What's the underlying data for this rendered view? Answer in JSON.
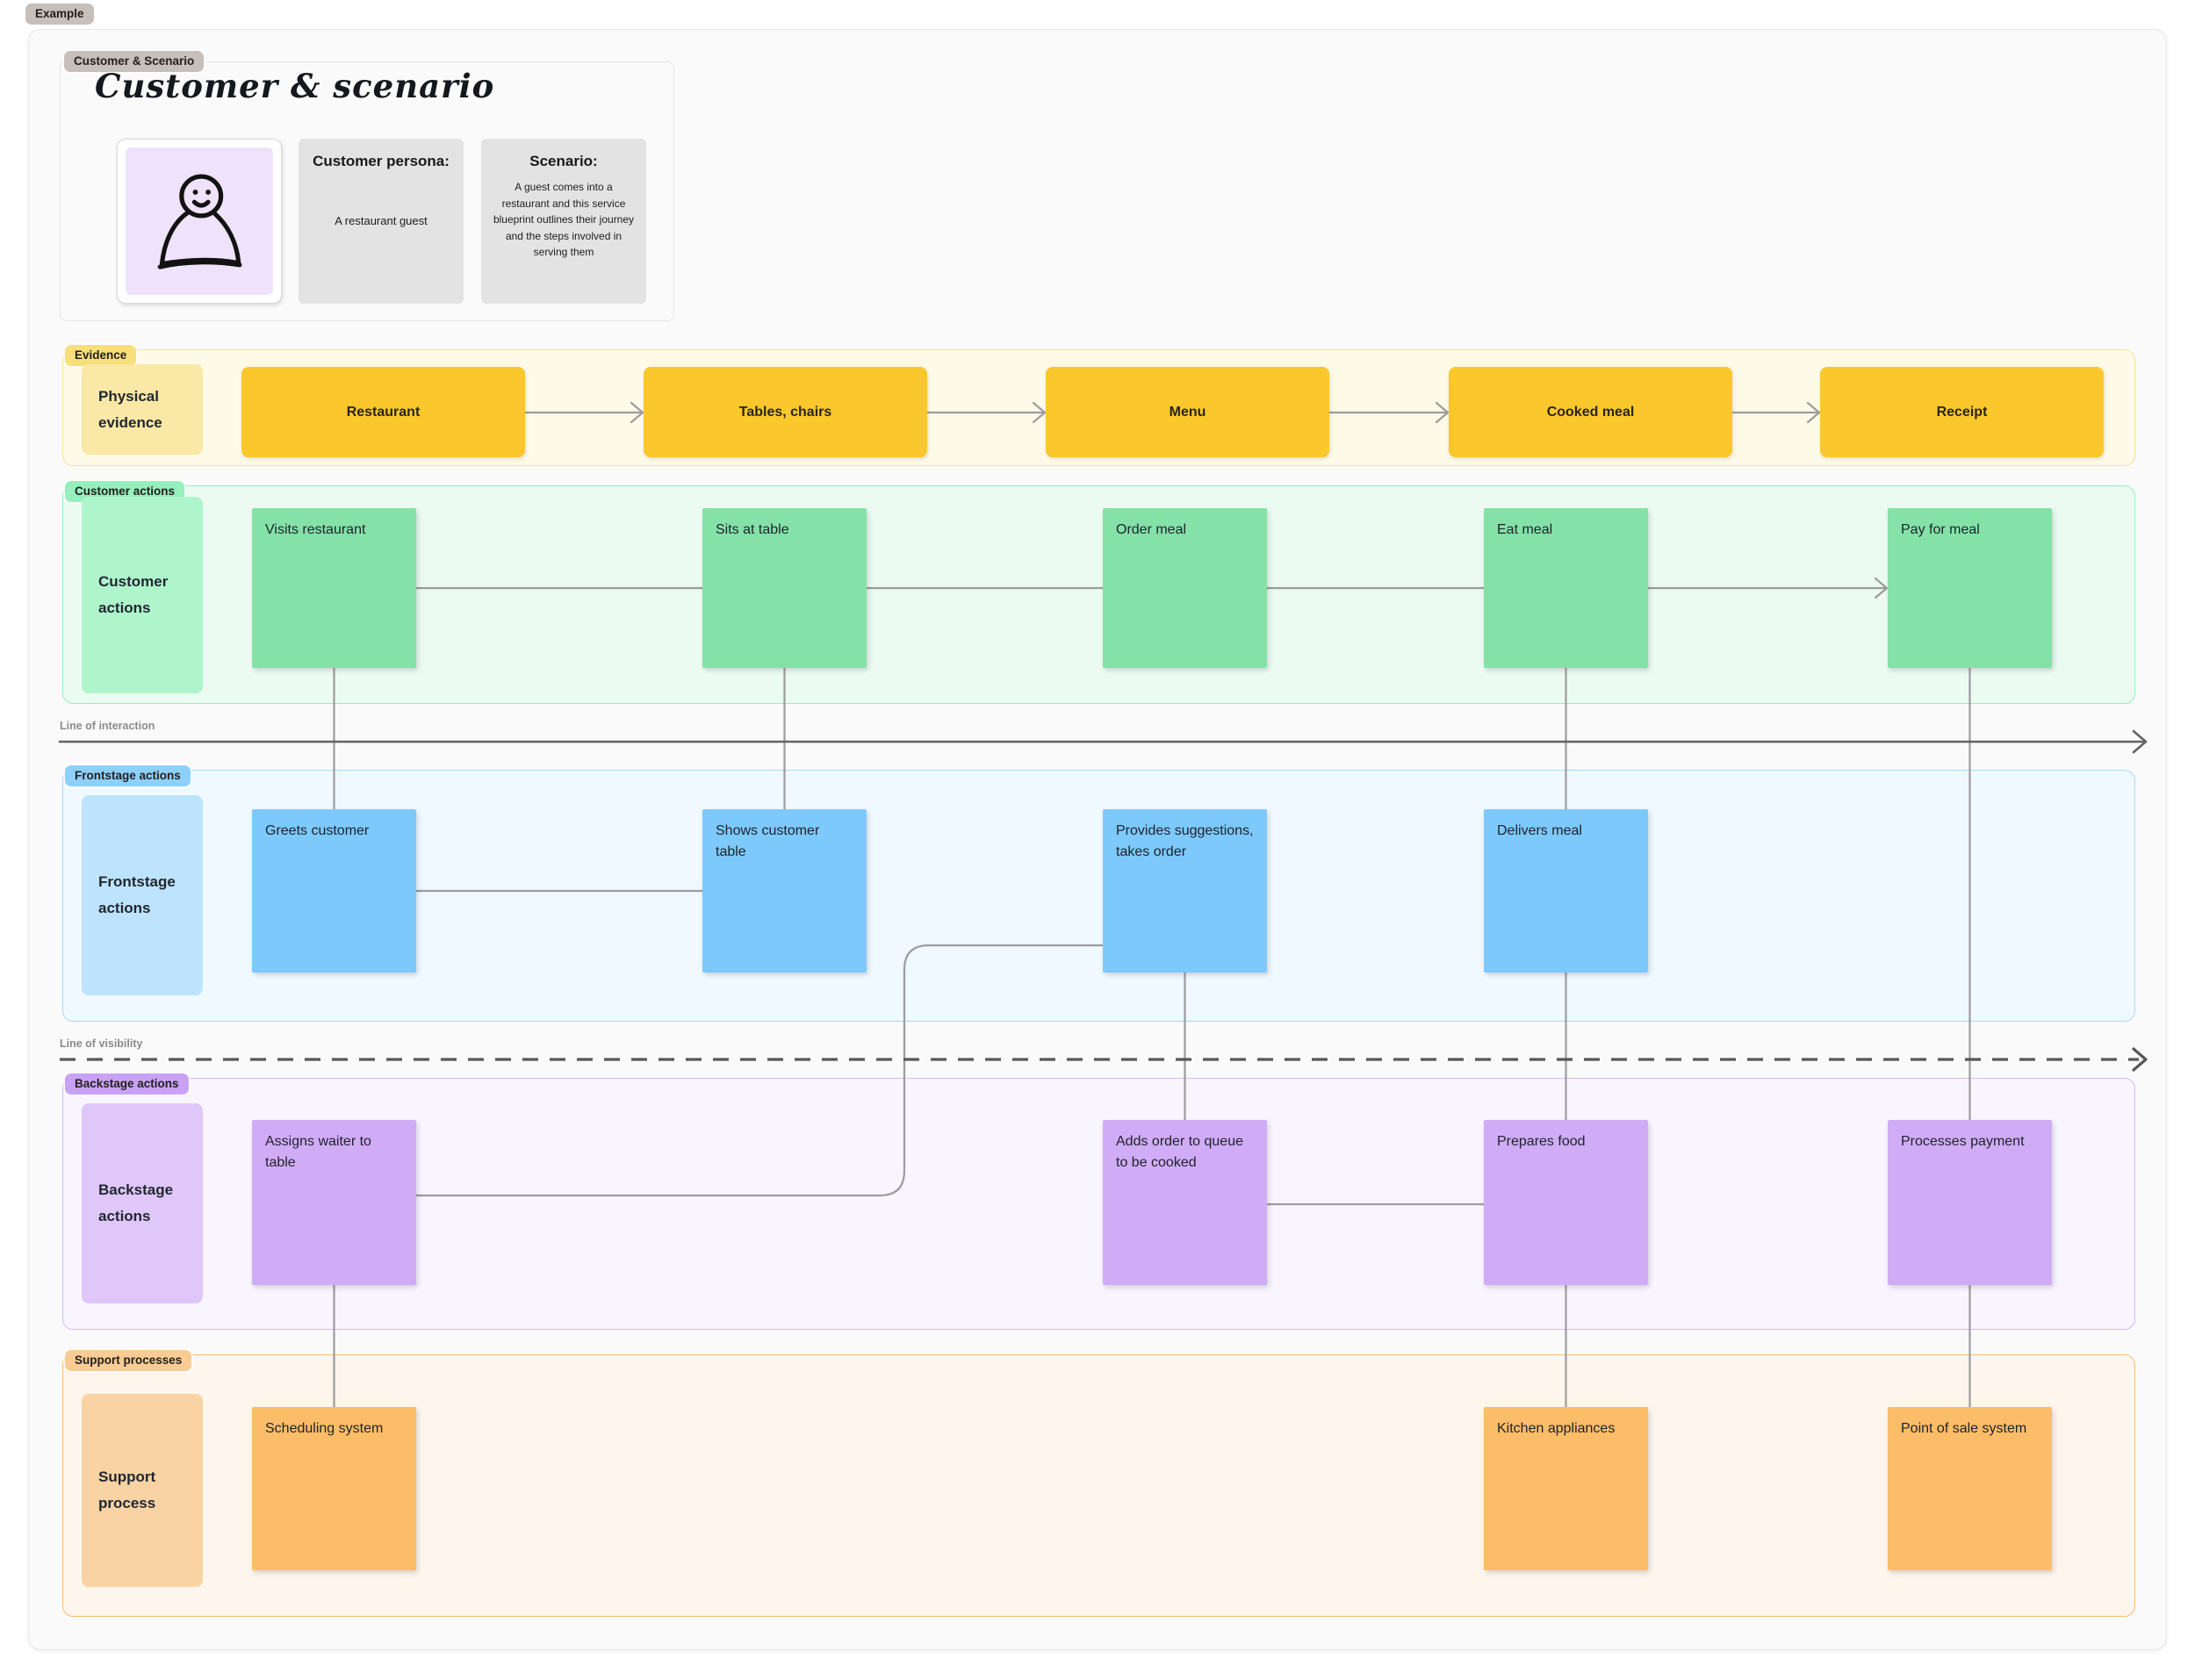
{
  "example_tag": "Example",
  "scenario_section": {
    "tag": "Customer & Scenario",
    "heading": "Customer & scenario",
    "persona_image": "smiling-person-doodle",
    "persona_card": {
      "title": "Customer persona:",
      "body": "A restaurant guest"
    },
    "scenario_card": {
      "title": "Scenario:",
      "body": "A guest comes into a restaurant and this service blueprint outlines their journey and the steps involved in serving them"
    }
  },
  "lines": {
    "interaction": "Line of interaction",
    "visibility": "Line of visibility"
  },
  "lanes": {
    "evidence": {
      "tag": "Evidence",
      "label": "Physical evidence",
      "cards": [
        "Restaurant",
        "Tables, chairs",
        "Menu",
        "Cooked meal",
        "Receipt"
      ]
    },
    "customer": {
      "tag": "Customer actions",
      "label": "Customer actions",
      "cards": [
        "Visits restaurant",
        "Sits at table",
        "Order meal",
        "Eat meal",
        "Pay for meal"
      ]
    },
    "frontstage": {
      "tag": "Frontstage actions",
      "label": "Frontstage actions",
      "cards": [
        "Greets customer",
        "Shows customer table",
        "Provides suggestions, takes order",
        "Delivers meal"
      ]
    },
    "backstage": {
      "tag": "Backstage actions",
      "label": "Backstage actions",
      "cards": [
        "Assigns waiter to table",
        "Adds order to queue to be cooked",
        "Prepares food",
        "Processes payment"
      ]
    },
    "support": {
      "tag": "Support processes",
      "label": "Support process",
      "cards": [
        "Scheduling system",
        "Kitchen appliances",
        "Point of sale system"
      ]
    }
  },
  "colors": {
    "canvas_bg": "#fafafa",
    "neutral_tag": "#c7bfb9",
    "evidence": {
      "lane": "#fefae8",
      "border": "#f3e19e",
      "tag": "#f7df7c",
      "label": "#fae8a6",
      "card": "#fac82c"
    },
    "customer": {
      "lane": "#ecfbf2",
      "border": "#97efbd",
      "tag": "#96f0bd",
      "label": "#aff5cc",
      "card": "#84e2a8"
    },
    "frontstage": {
      "lane": "#eff9ff",
      "border": "#a5dafb",
      "tag": "#8dd0f9",
      "label": "#bde4fc",
      "card": "#7dc9fc"
    },
    "backstage": {
      "lane": "#f9f5fe",
      "border": "#d6b8f8",
      "tag": "#c9a2f5",
      "label": "#dfc7fa",
      "card": "#d1acf6"
    },
    "support": {
      "lane": "#fef6ed",
      "border": "#f5be74",
      "tag": "#f8cc92",
      "label": "#f9d3a4",
      "card": "#fbbd68"
    },
    "persona_fill": "#efe3fc",
    "connector": "#9c9c9c",
    "structural_line": "#636363"
  }
}
